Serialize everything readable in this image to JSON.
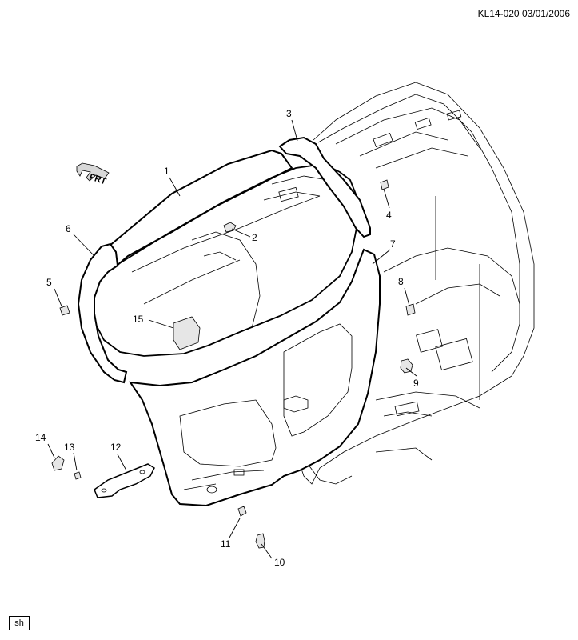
{
  "header": {
    "doc_id": "KL14-020  03/01/2006"
  },
  "footer": {
    "tag": "sh"
  },
  "orientation": {
    "label": "FRT"
  },
  "callouts": [
    "1",
    "2",
    "3",
    "4",
    "5",
    "6",
    "7",
    "8",
    "9",
    "10",
    "11",
    "12",
    "13",
    "14",
    "15"
  ]
}
